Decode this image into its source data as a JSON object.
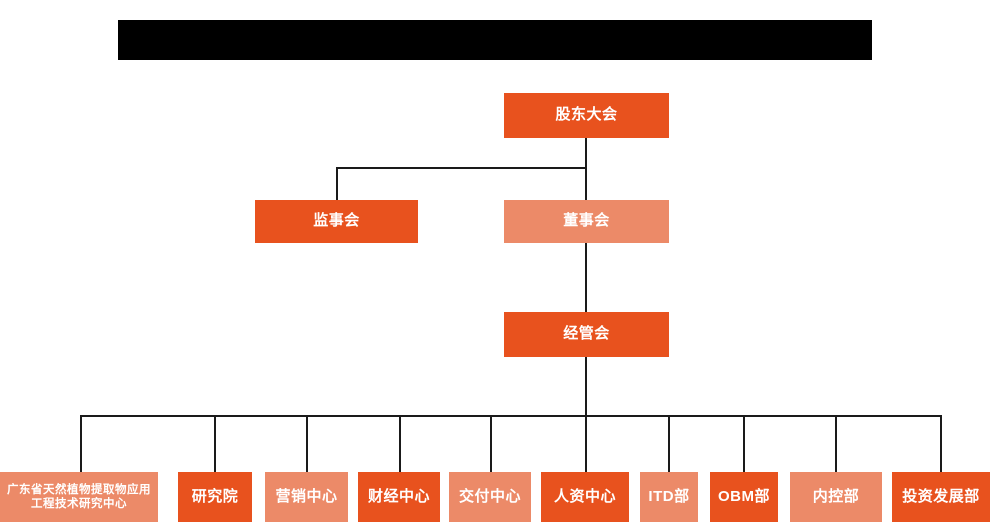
{
  "page": {
    "background_color": "#ffffff",
    "title_banner": {
      "label": "",
      "redacted": true,
      "color": "#000000"
    }
  },
  "palette": {
    "dark_orange": "#E8521E",
    "light_orange": "#EC8A68",
    "connector": "#1a1a1a",
    "text": "#ffffff"
  },
  "chart": {
    "type": "org-chart",
    "levels": [
      {
        "name": "level-1",
        "nodes": [
          {
            "id": "shareholders",
            "label": "股东大会",
            "color": "dark"
          }
        ]
      },
      {
        "name": "level-2",
        "nodes": [
          {
            "id": "supervisors",
            "label": "监事会",
            "color": "dark"
          },
          {
            "id": "directors",
            "label": "董事会",
            "color": "light"
          }
        ]
      },
      {
        "name": "level-3",
        "nodes": [
          {
            "id": "management",
            "label": "经管会",
            "color": "dark"
          }
        ]
      },
      {
        "name": "level-4-departments",
        "nodes": [
          {
            "id": "dept-research-center",
            "label": "广东省天然植物提取物应用工程技术研究中心",
            "color": "light"
          },
          {
            "id": "dept-institute",
            "label": "研究院",
            "color": "dark"
          },
          {
            "id": "dept-marketing",
            "label": "营销中心",
            "color": "light"
          },
          {
            "id": "dept-finance",
            "label": "财经中心",
            "color": "dark"
          },
          {
            "id": "dept-delivery",
            "label": "交付中心",
            "color": "light"
          },
          {
            "id": "dept-hr",
            "label": "人资中心",
            "color": "dark"
          },
          {
            "id": "dept-itd",
            "label": "ITD部",
            "color": "light"
          },
          {
            "id": "dept-obm",
            "label": "OBM部",
            "color": "dark"
          },
          {
            "id": "dept-internal-control",
            "label": "内控部",
            "color": "light"
          },
          {
            "id": "dept-investment",
            "label": "投资发展部",
            "color": "dark"
          }
        ]
      }
    ]
  }
}
